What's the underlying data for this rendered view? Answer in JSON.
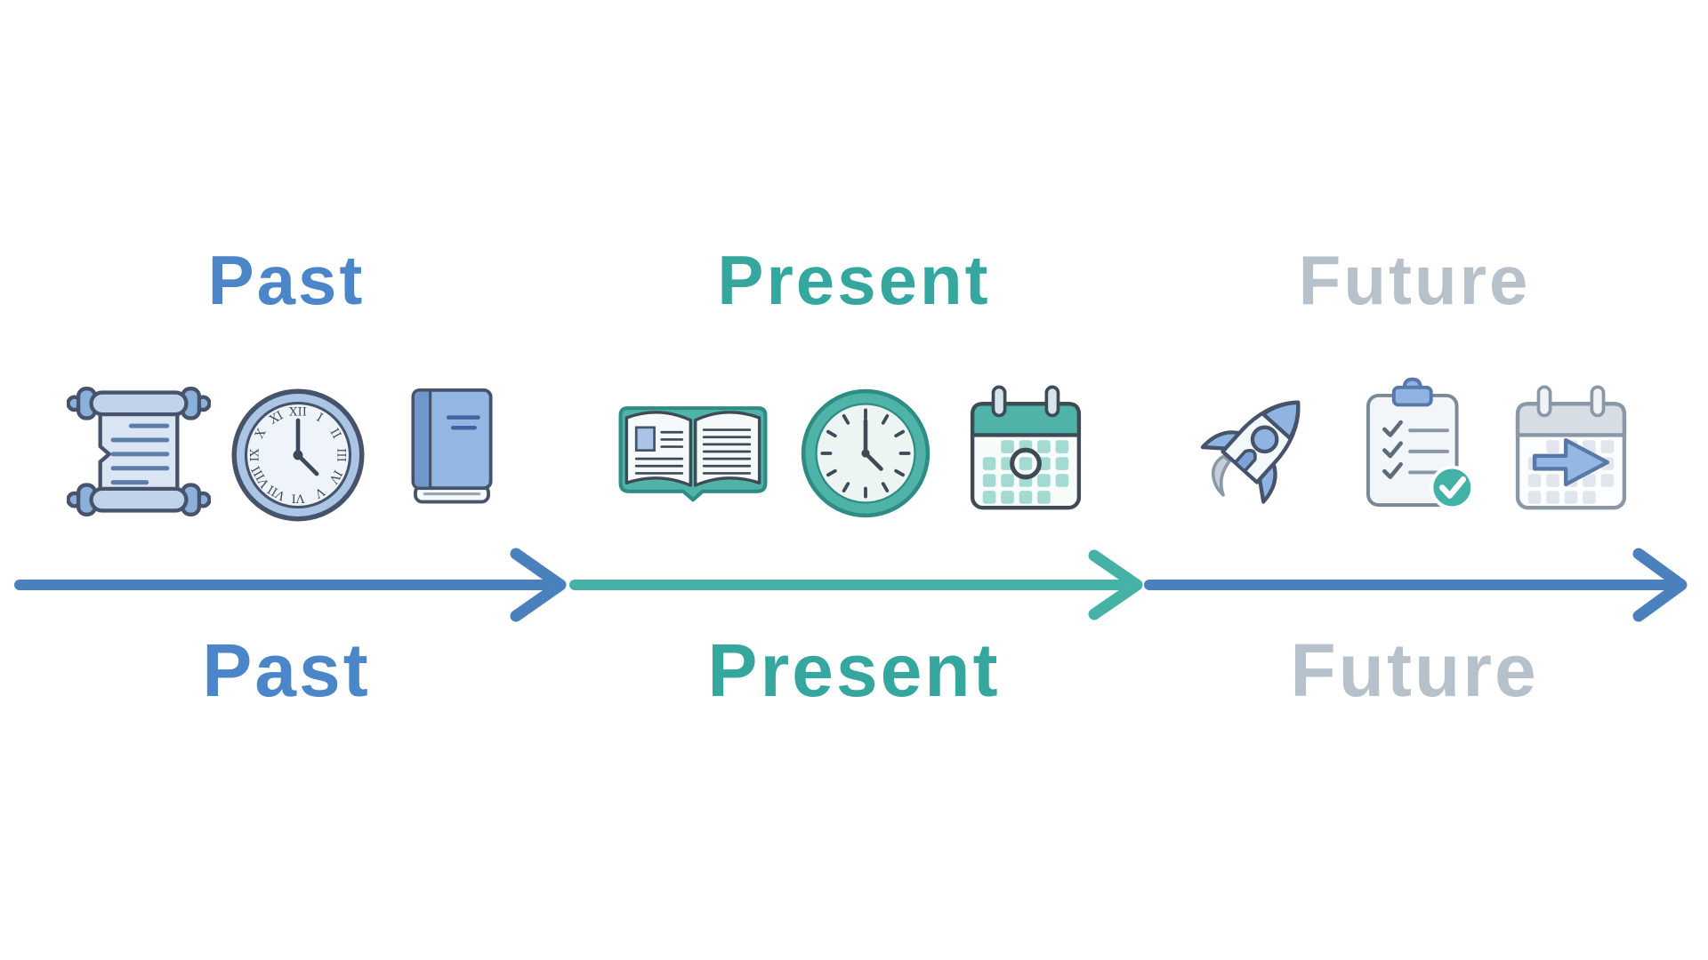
{
  "diagram": {
    "type": "timeline",
    "direction": "left-to-right",
    "background_color": "#ffffff"
  },
  "sections": [
    {
      "id": "past",
      "top_label": "Past",
      "bottom_label": "Past",
      "label_color": "#4a86c8",
      "arrow_color": "#4a80bc",
      "icons": [
        "scroll-icon",
        "roman-numeral-clock-icon",
        "closed-book-icon"
      ]
    },
    {
      "id": "present",
      "top_label": "Present",
      "bottom_label": "Present",
      "label_color": "#36a79e",
      "arrow_color": "#46b1a6",
      "icons": [
        "open-book-icon",
        "clock-icon",
        "calendar-icon"
      ]
    },
    {
      "id": "future",
      "top_label": "Future",
      "bottom_label": "Future",
      "label_color": "#b7c1cb",
      "arrow_color": "#4a80bc",
      "icons": [
        "rocket-icon",
        "clipboard-checklist-icon",
        "calendar-forward-icon"
      ]
    }
  ],
  "roman_clock": {
    "numerals": [
      "XII",
      "I",
      "II",
      "III",
      "IV",
      "V",
      "VI",
      "VII",
      "VIII",
      "IX",
      "X",
      "XI"
    ]
  }
}
